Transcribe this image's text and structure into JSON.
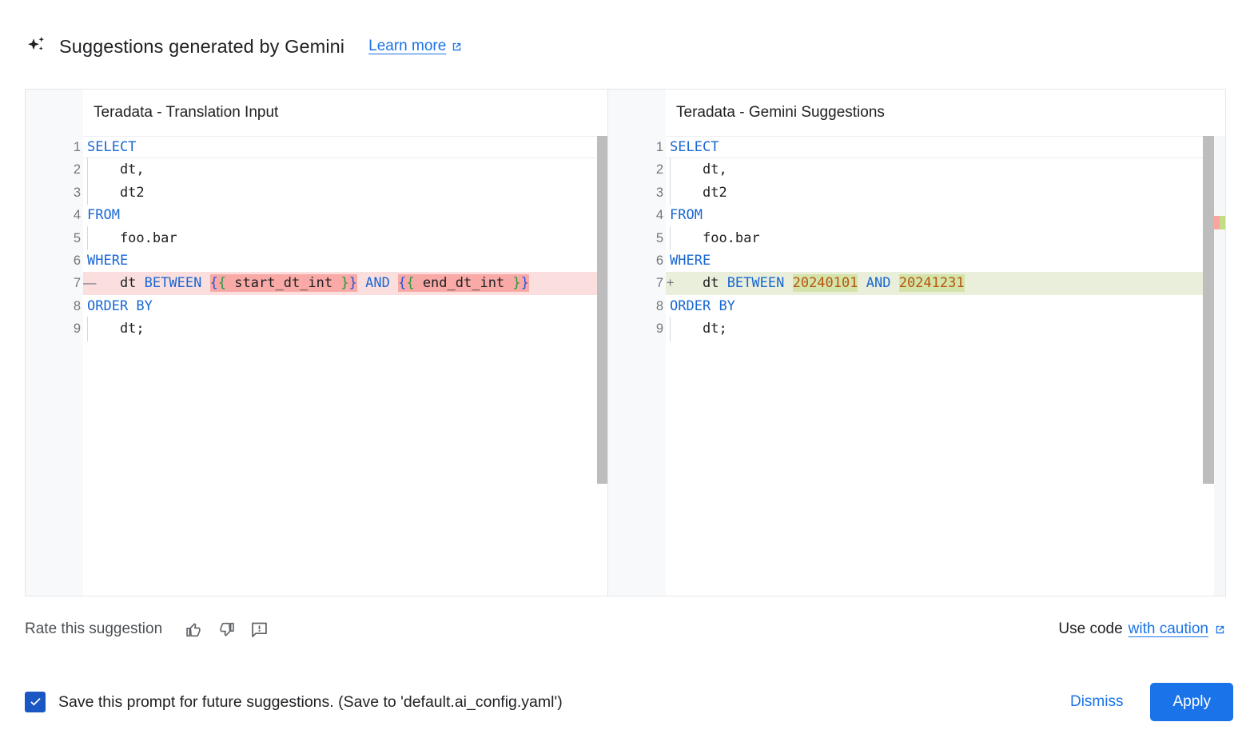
{
  "header": {
    "sparkle_icon": "gemini-sparkle-icon",
    "title": "Suggestions generated by Gemini",
    "learn_more_label": "Learn more",
    "external_link_icon": "external-link-icon"
  },
  "diff": {
    "left": {
      "title": "Teradata - Translation Input",
      "lines": [
        {
          "num": "1",
          "sign": "",
          "type": "current",
          "indent": false,
          "tokens": [
            {
              "t": "SELECT",
              "c": "kw"
            }
          ]
        },
        {
          "num": "2",
          "sign": "",
          "type": "normal",
          "indent": true,
          "tokens": [
            {
              "t": "    dt,",
              "c": "plain"
            }
          ]
        },
        {
          "num": "3",
          "sign": "",
          "type": "normal",
          "indent": true,
          "tokens": [
            {
              "t": "    dt2",
              "c": "plain"
            }
          ]
        },
        {
          "num": "4",
          "sign": "",
          "type": "normal",
          "indent": false,
          "tokens": [
            {
              "t": "FROM",
              "c": "kw"
            }
          ]
        },
        {
          "num": "5",
          "sign": "",
          "type": "normal",
          "indent": true,
          "tokens": [
            {
              "t": "    foo.bar",
              "c": "plain"
            }
          ]
        },
        {
          "num": "6",
          "sign": "",
          "type": "normal",
          "indent": false,
          "tokens": [
            {
              "t": "WHERE",
              "c": "kw"
            }
          ]
        },
        {
          "num": "7",
          "sign": "—",
          "type": "del",
          "indent": false,
          "tokens": [
            {
              "t": "    dt ",
              "c": "plain"
            },
            {
              "t": "BETWEEN",
              "c": "kw"
            },
            {
              "t": " ",
              "c": "plain"
            },
            {
              "t": "{",
              "c": "br1",
              "hl": "del"
            },
            {
              "t": "{",
              "c": "br2",
              "hl": "del"
            },
            {
              "t": " start_dt_int ",
              "c": "plain",
              "hl": "del"
            },
            {
              "t": "}",
              "c": "br2",
              "hl": "del"
            },
            {
              "t": "}",
              "c": "br1",
              "hl": "del"
            },
            {
              "t": " ",
              "c": "plain"
            },
            {
              "t": "AND",
              "c": "kw"
            },
            {
              "t": " ",
              "c": "plain"
            },
            {
              "t": "{",
              "c": "br1",
              "hl": "del"
            },
            {
              "t": "{",
              "c": "br2",
              "hl": "del"
            },
            {
              "t": " end_dt_int ",
              "c": "plain",
              "hl": "del"
            },
            {
              "t": "}",
              "c": "br2",
              "hl": "del"
            },
            {
              "t": "}",
              "c": "br1",
              "hl": "del"
            }
          ]
        },
        {
          "num": "8",
          "sign": "",
          "type": "normal",
          "indent": false,
          "tokens": [
            {
              "t": "ORDER BY",
              "c": "kw"
            }
          ]
        },
        {
          "num": "9",
          "sign": "",
          "type": "normal",
          "indent": true,
          "tokens": [
            {
              "t": "    dt;",
              "c": "plain"
            }
          ]
        }
      ]
    },
    "right": {
      "title": "Teradata - Gemini Suggestions",
      "lines": [
        {
          "num": "1",
          "sign": "",
          "type": "current",
          "indent": false,
          "tokens": [
            {
              "t": "SELECT",
              "c": "kw"
            }
          ]
        },
        {
          "num": "2",
          "sign": "",
          "type": "normal",
          "indent": true,
          "tokens": [
            {
              "t": "    dt,",
              "c": "plain"
            }
          ]
        },
        {
          "num": "3",
          "sign": "",
          "type": "normal",
          "indent": true,
          "tokens": [
            {
              "t": "    dt2",
              "c": "plain"
            }
          ]
        },
        {
          "num": "4",
          "sign": "",
          "type": "normal",
          "indent": false,
          "tokens": [
            {
              "t": "FROM",
              "c": "kw"
            }
          ]
        },
        {
          "num": "5",
          "sign": "",
          "type": "normal",
          "indent": true,
          "tokens": [
            {
              "t": "    foo.bar",
              "c": "plain"
            }
          ]
        },
        {
          "num": "6",
          "sign": "",
          "type": "normal",
          "indent": false,
          "tokens": [
            {
              "t": "WHERE",
              "c": "kw"
            }
          ]
        },
        {
          "num": "7",
          "sign": "+",
          "type": "ins",
          "indent": false,
          "tokens": [
            {
              "t": "    dt ",
              "c": "plain"
            },
            {
              "t": "BETWEEN",
              "c": "kw"
            },
            {
              "t": " ",
              "c": "plain"
            },
            {
              "t": "20240101",
              "c": "num",
              "hl": "ins"
            },
            {
              "t": " ",
              "c": "plain"
            },
            {
              "t": "AND",
              "c": "kw"
            },
            {
              "t": " ",
              "c": "plain"
            },
            {
              "t": "20241231",
              "c": "num",
              "hl": "ins"
            }
          ]
        },
        {
          "num": "8",
          "sign": "",
          "type": "normal",
          "indent": false,
          "tokens": [
            {
              "t": "ORDER BY",
              "c": "kw"
            }
          ]
        },
        {
          "num": "9",
          "sign": "",
          "type": "normal",
          "indent": true,
          "tokens": [
            {
              "t": "    dt;",
              "c": "plain"
            }
          ]
        }
      ]
    }
  },
  "rate": {
    "label": "Rate this suggestion",
    "thumb_up_icon": "thumb-up-icon",
    "thumb_down_icon": "thumb-down-icon",
    "report_icon": "report-feedback-icon",
    "use_code_prefix": "Use code",
    "caution_label": "with caution",
    "external_link_icon": "external-link-icon"
  },
  "footer": {
    "checkbox_checked": true,
    "checkbox_label": "Save this prompt for future suggestions. (Save to 'default.ai_config.yaml')",
    "dismiss_label": "Dismiss",
    "apply_label": "Apply"
  },
  "colors": {
    "accent_blue": "#1a73e8",
    "keyword_blue": "#1967d2",
    "number_orange": "#b6560d",
    "diff_delete_bg": "#fbdfdf",
    "diff_delete_token": "#f9aaa6",
    "diff_insert_bg": "#e9efdb",
    "diff_insert_token": "#d4e3a9",
    "checkbox_blue": "#1a56c4"
  }
}
